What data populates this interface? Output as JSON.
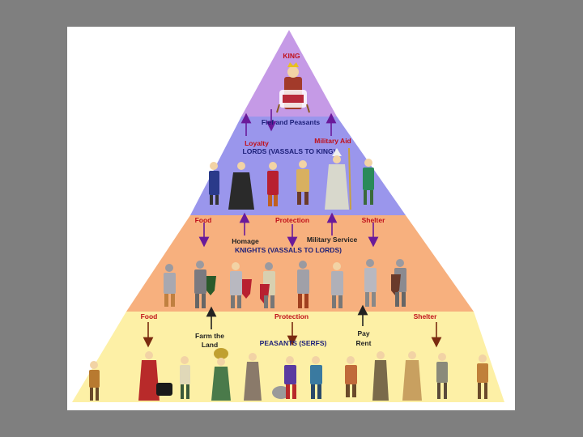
{
  "colors": {
    "king_band": "#c59ae6",
    "lords_band": "#9a96ec",
    "knights_band": "#f7b07e",
    "peasants_band": "#fdf0a6",
    "arrow_purple": "#6a1a9a",
    "arrow_brown": "#7a2a10",
    "arrow_black": "#222222"
  },
  "king": {
    "title": "KING"
  },
  "lords": {
    "gift": "Fief and Peasants",
    "loyalty": "Loyalty",
    "aid": "Military Aid",
    "title": "LORDS (VASSALS TO KING)"
  },
  "knights": {
    "food": "Food",
    "protection": "Protection",
    "shelter": "Shelter",
    "homage": "Homage",
    "service": "Military Service",
    "title": "KNIGHTS (VASSALS TO LORDS)"
  },
  "peasants": {
    "food": "Food",
    "protection": "Protection",
    "shelter": "Shelter",
    "farm_1": "Farm the",
    "farm_2": "Land",
    "rent_1": "Pay",
    "rent_2": "Rent",
    "title": "PEASANTS (SERFS)"
  },
  "figures": {
    "king": "king-figure",
    "lords": [
      "lord",
      "lord",
      "lord",
      "lord",
      "bishop",
      "lord"
    ],
    "knights": [
      "knight",
      "knight",
      "knight",
      "knight",
      "knight",
      "knight",
      "knight"
    ],
    "peasants": [
      "peasant",
      "peasant",
      "peasant",
      "peasant",
      "peasant",
      "peasant",
      "peasant",
      "peasant",
      "peasant",
      "peasant",
      "peasant"
    ]
  }
}
